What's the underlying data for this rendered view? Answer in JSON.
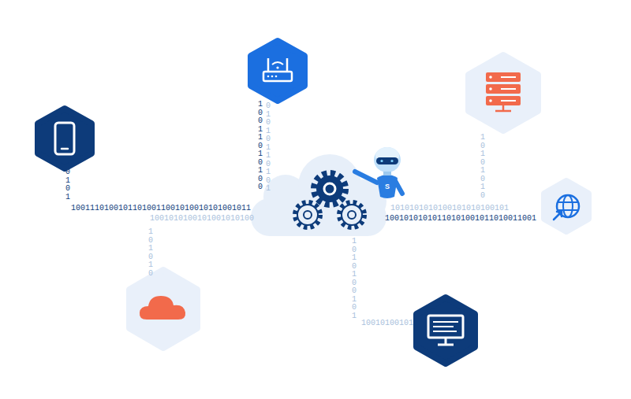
{
  "diagram": {
    "labels": [
      "10011101001011010011001010010101001011",
      "1001010100101001010100",
      "10010101010110101001011010011001",
      "1010101010100101010100101",
      "0101",
      "10011010100",
      "01010110101",
      "10101010",
      "101010",
      "1010100101",
      "10010100101",
      "S"
    ]
  }
}
